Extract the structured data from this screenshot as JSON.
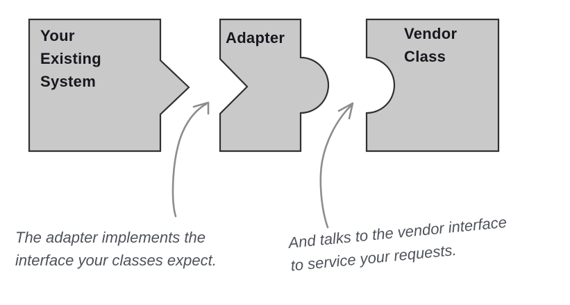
{
  "diagram": {
    "boxes": [
      {
        "id": "existing-system",
        "label": "Your\nExisting\nSystem"
      },
      {
        "id": "adapter",
        "label": "Adapter"
      },
      {
        "id": "vendor-class",
        "label": "Vendor\nClass"
      }
    ],
    "annotations": [
      {
        "id": "adapter-note",
        "text": "The adapter implements the\ninterface your classes expect."
      },
      {
        "id": "vendor-note",
        "text": "And talks to the vendor interface\nto service your requests."
      }
    ],
    "colors": {
      "box_fill": "#c9c9c9",
      "box_border": "#303030",
      "label_text": "#17171f",
      "annotation_text": "#4e525a",
      "arrow": "#8c8c8c"
    }
  }
}
